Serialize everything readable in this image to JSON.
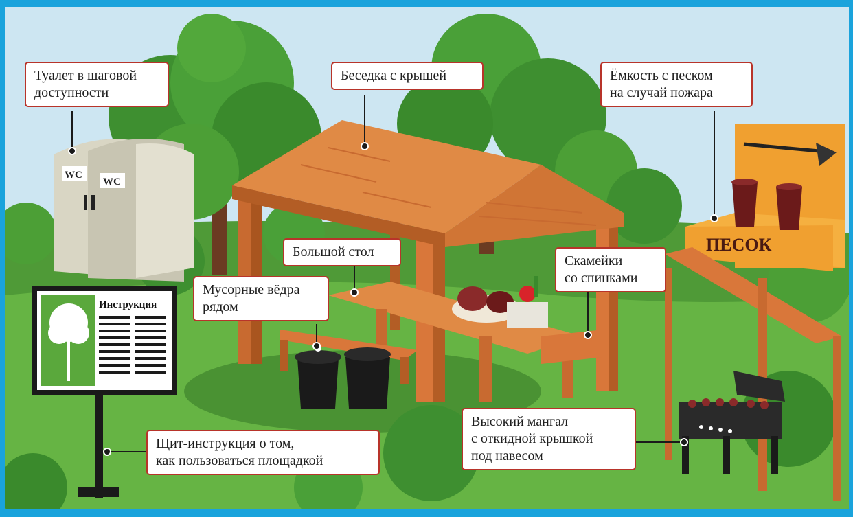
{
  "labels": {
    "toilet": "Туалет в шаговой\nдоступности",
    "gazebo": "Беседка с крышей",
    "sand_box": "Ёмкость с песком\nна случай пожара",
    "big_table": "Большой стол",
    "trash_bins": "Мусорные вёдра\nрядом",
    "benches": "Скамейки\nсо спинками",
    "info_board": "Щит-инструкция о том,\nкак пользоваться площадкой",
    "grill": "Высокий мангал\nс откидной крышкой\nпод навесом"
  },
  "scene_text": {
    "board_title": "Инструкция",
    "wc_left": "WC",
    "wc_right": "WC",
    "sand_sign": "ПЕСОК"
  },
  "colors": {
    "frame": "#1aa3dc",
    "sky": "#cde6f2",
    "grass": "#5aa83c",
    "wood": "#d9773a",
    "callout_border": "#b8342a",
    "sand_box": "#f0a030"
  }
}
